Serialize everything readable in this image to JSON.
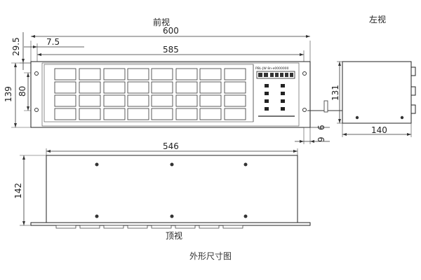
{
  "views": {
    "front": "前视",
    "left": "左视",
    "top": "顶视"
  },
  "dimensions": {
    "total_width": "600",
    "inner_width": "585",
    "edge_offset": "7.5",
    "top_offset": "29.5",
    "height": "139",
    "hole_pitch": "80",
    "depth_small": "6",
    "flange": "9",
    "side_height": "131",
    "side_depth": "140",
    "top_width": "546",
    "top_depth": "142"
  },
  "controller": {
    "header_text": "PBL-JW 8n-e0000000"
  },
  "caption": "外形尺寸图"
}
